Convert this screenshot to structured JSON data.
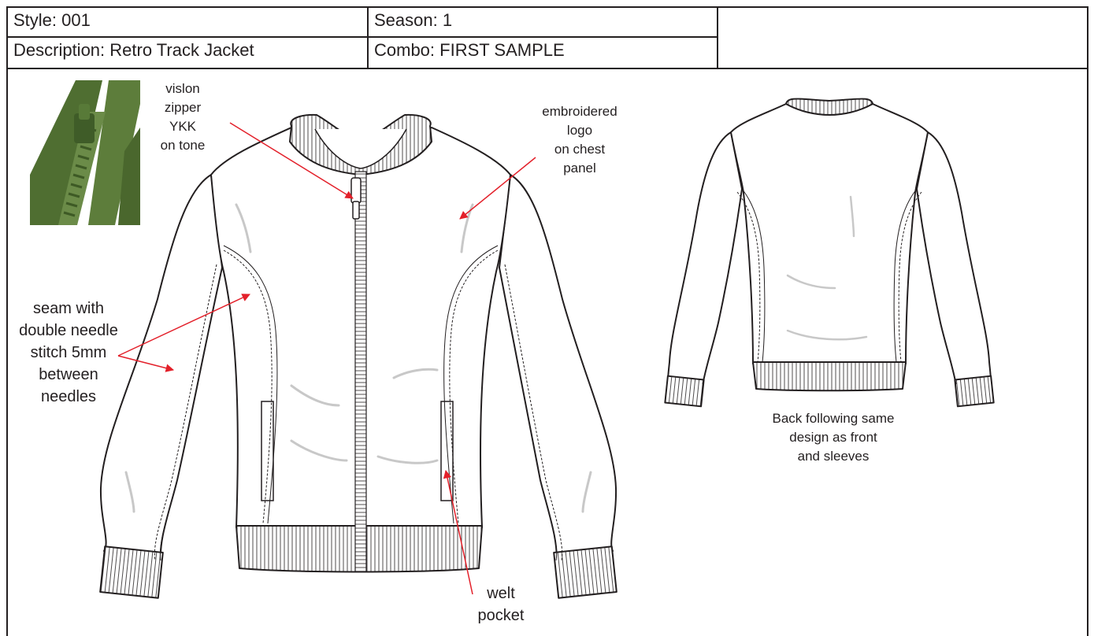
{
  "header": {
    "style": "Style: 001",
    "season": "Season: 1",
    "description": "Description: Retro Track Jacket",
    "combo": "Combo: FIRST SAMPLE",
    "blank": ""
  },
  "annotations": {
    "zipper": "vislon\nzipper\nYKK\non tone",
    "logo": "embroidered\nlogo\non chest\npanel",
    "seam": "seam with\ndouble needle\nstitch 5mm\nbetween\nneedles",
    "welt": "welt\npocket",
    "back": "Back following same\ndesign as front\nand sleeves"
  },
  "colors": {
    "line": "#231f20",
    "arrow": "#e3202a",
    "zipper_green": "#5a7a3a",
    "fold_shading": "#c8c8c8"
  }
}
